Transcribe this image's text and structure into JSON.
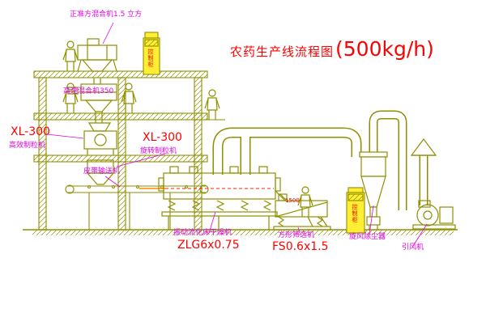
{
  "title": {
    "name": "农药生产线流程图",
    "capacity": "(500kg/h)"
  },
  "labels": {
    "top_mixer": "正准方混合机1.5 立方",
    "high_speed_mixer": "高速混合机350",
    "granulator_left_model": "XL-300",
    "granulator_left": "高效制粒机",
    "granulator_mid_model": "XL-300",
    "granulator_mid": "旋转制粒机",
    "belt_conveyor": "皮带输送机",
    "dryer": "振动流化床干燥机",
    "dryer_model": "ZLG6x0.75",
    "sieve": "方形筛选机",
    "sieve_model": "FS0.6x1.5",
    "sieve_dim": "1500",
    "cyclone": "旋风除尘器",
    "fan": "引风机",
    "cabinet_top": "控制柜",
    "cabinet_right": "控制柜"
  },
  "colors": {
    "linework": "#8f8f00",
    "label_magenta": "#e400e4",
    "label_red": "#ff0000",
    "equipment_yellow": "#ffee33",
    "accent_orange": "#ff8800",
    "background": "#ffffff"
  }
}
